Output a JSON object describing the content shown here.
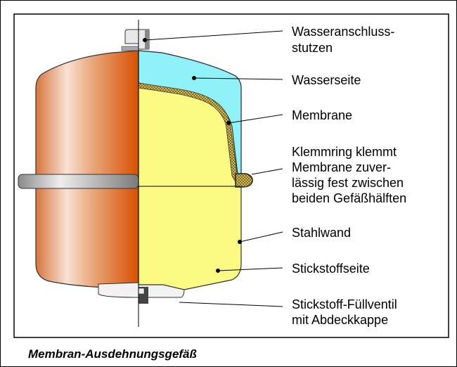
{
  "labels": {
    "connection_line1": "Wasseranschluss-",
    "connection_line2": "stutzen",
    "water_side": "Wasserseite",
    "membrane": "Membrane",
    "clamp_line1": "Klemmring klemmt",
    "clamp_line2": "Membrane zuver-",
    "clamp_line3": "lässig fest zwischen",
    "clamp_line4": "beiden Gefäßhälften",
    "steel_wall": "Stahlwand",
    "nitrogen_side": "Stickstoffseite",
    "valve_line1": "Stickstoff-Füllventil",
    "valve_line2": "mit Abdeckkappe"
  },
  "caption": "Membran-Ausdehnungsgefäß",
  "colors": {
    "shell": "#d9622a",
    "water": "#8ef2f8",
    "nitrogen": "#fbfb84",
    "membrane": "#d8b848",
    "band": "#a8a8a8"
  }
}
